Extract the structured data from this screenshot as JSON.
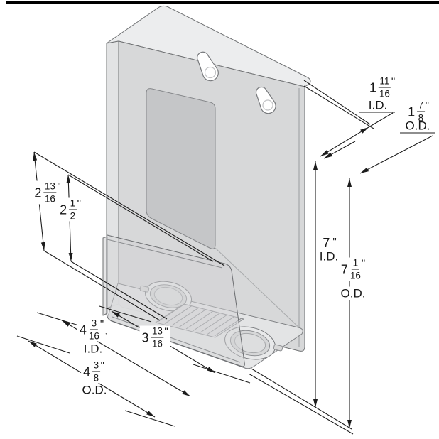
{
  "drawing": {
    "description": "Isometric CAD technical drawing of a clear acrylic wall-mount brochure holder with keyhole slots, suction-cup recesses and dimension callouts",
    "colors": {
      "line": "#1c1c1c",
      "edge": "#6e7072",
      "face": "#d7d8d9",
      "face_light": "#ecedee",
      "cavity": "#c5c6c8",
      "background": "#ffffff"
    },
    "dims": [
      {
        "whole": "1",
        "num": "11",
        "den": "16",
        "unit": "\"",
        "label": "I.D."
      },
      {
        "whole": "1",
        "num": "7",
        "den": "8",
        "unit": "\"",
        "label": "O.D."
      },
      {
        "whole": "2",
        "num": "13",
        "den": "16",
        "unit": "\"",
        "label": ""
      },
      {
        "whole": "2",
        "num": "1",
        "den": "2",
        "unit": "\"",
        "label": ""
      },
      {
        "whole": "7",
        "num": "",
        "den": "",
        "unit": "\"",
        "label": "I.D."
      },
      {
        "whole": "7",
        "num": "1",
        "den": "16",
        "unit": "\"",
        "label": "O.D."
      },
      {
        "whole": "4",
        "num": "3",
        "den": "16",
        "unit": "\"",
        "label": "I.D."
      },
      {
        "whole": "3",
        "num": "13",
        "den": "16",
        "unit": "\"",
        "label": ""
      },
      {
        "whole": "4",
        "num": "3",
        "den": "8",
        "unit": "\"",
        "label": "O.D."
      }
    ]
  }
}
